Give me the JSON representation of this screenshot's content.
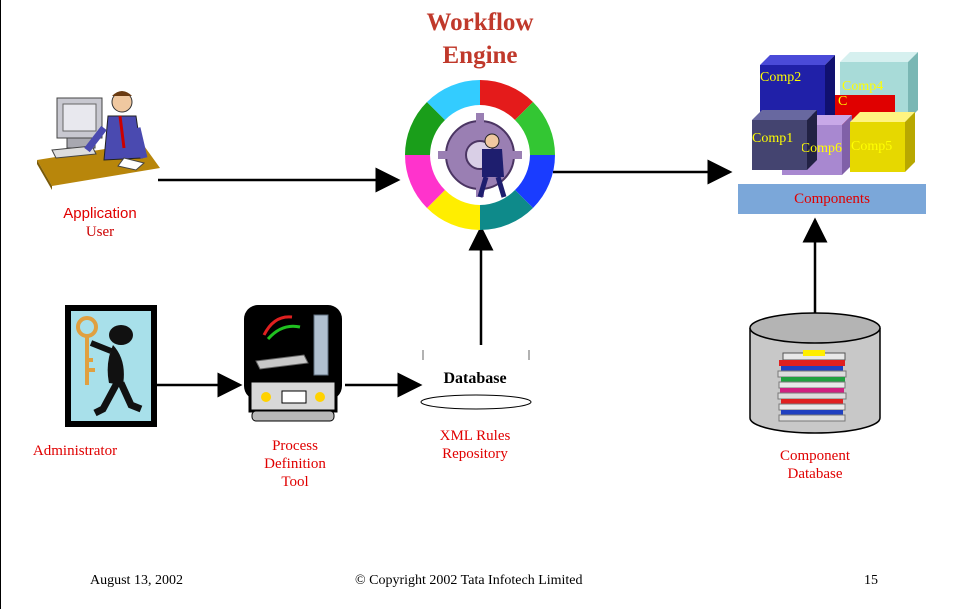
{
  "title": {
    "line1": "Workflow",
    "line2": "Engine"
  },
  "application_user": {
    "line1": "Application",
    "line2": "User"
  },
  "administrator": {
    "label": "Administrator"
  },
  "process_tool": {
    "line1": "Process",
    "line2": "Definition",
    "line3": "Tool"
  },
  "database": {
    "label": "Database"
  },
  "xml_repo": {
    "line1": "XML Rules",
    "line2": "Repository"
  },
  "components": {
    "bar_label": "Components",
    "cubes": [
      "Comp2",
      "Comp4",
      "Comp1",
      "Comp6",
      "Comp5",
      "C"
    ]
  },
  "component_db": {
    "line1": "Component",
    "line2": "Database"
  },
  "footer": {
    "date": "August 13, 2002",
    "copyright": "© Copyright 2002 Tata Infotech Limited",
    "page": "15"
  },
  "colors": {
    "title": "#c0392b",
    "label_red": "#e00000",
    "components_bar": "#7ba7d9"
  }
}
